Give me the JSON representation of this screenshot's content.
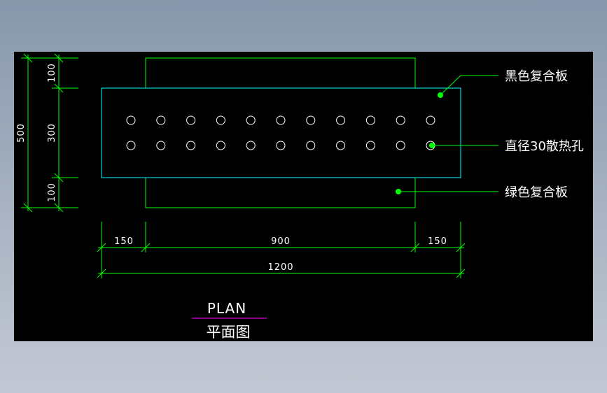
{
  "dimensions": {
    "top_left": "150",
    "top_mid": "900",
    "top_right": "150",
    "total_width": "1200",
    "left_total": "500",
    "left_top": "100",
    "left_mid": "300",
    "left_bottom": "100"
  },
  "callouts": {
    "black_plate": "黑色复合板",
    "holes": "直径30散热孔",
    "green_plate": "绿色复合板"
  },
  "title": {
    "en": "PLAN",
    "cn": "平面图"
  },
  "holes": {
    "rows": 2,
    "per_row": 11
  },
  "colors": {
    "canvas": "#000000",
    "plate_outline": "#00ffff",
    "frame_outline": "#00ff00",
    "dimension": "#00ff00",
    "hole": "#ffffff",
    "title_underline": "#ff00ff",
    "callout_dot": "#00ff00"
  }
}
